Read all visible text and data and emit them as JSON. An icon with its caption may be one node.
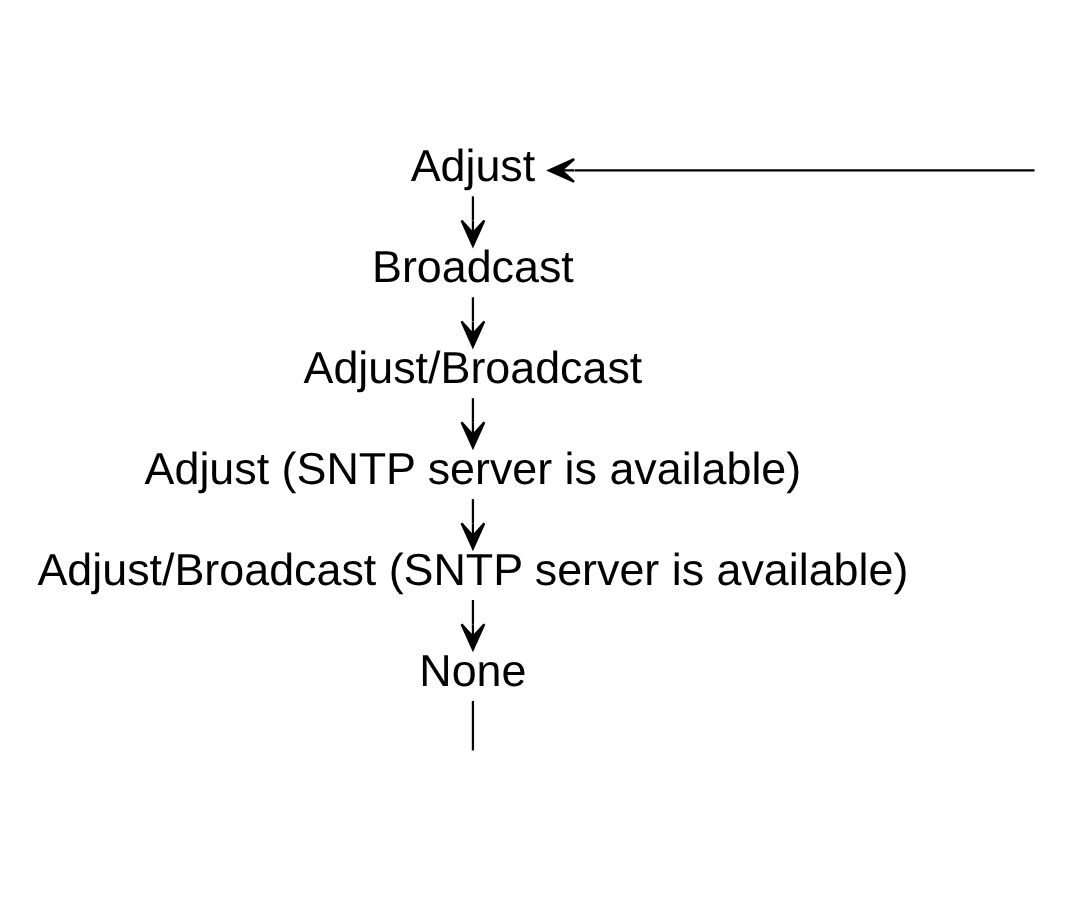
{
  "diagram": {
    "nodes": [
      {
        "text": [
          "Adjust"
        ]
      },
      {
        "text": [
          "Broadcast"
        ]
      },
      {
        "text": [
          "Adjust/Broadcast"
        ]
      },
      {
        "text": [
          "Adjust (SNTP server is available)"
        ]
      },
      {
        "text": [
          "Adjust/Broadcast (SNTP server is available)"
        ]
      },
      {
        "text": [
          "None"
        ]
      }
    ],
    "edges": [
      {
        "from": 0,
        "to": 1,
        "arrow": "to"
      },
      {
        "from": 1,
        "to": 2,
        "arrow": "to"
      },
      {
        "from": 2,
        "to": 3,
        "arrow": "to"
      },
      {
        "from": 3,
        "to": 4,
        "arrow": "to"
      },
      {
        "from": 4,
        "to": 5,
        "arrow": "to"
      },
      {
        "from": 5,
        "to": null,
        "arrow": "none"
      },
      {
        "from": null,
        "to": 0,
        "arrow": "to"
      }
    ]
  }
}
